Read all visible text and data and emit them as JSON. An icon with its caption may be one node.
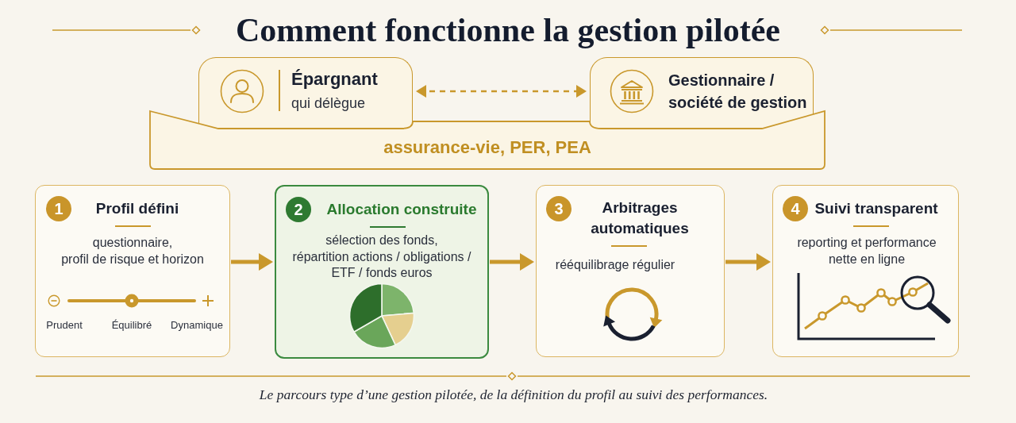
{
  "diagram": {
    "title": "Comment fonctionne la gestion pilotée",
    "caption": "Le parcours type d’une gestion pilotée, de la définition du profil au suivi des performances.",
    "nodes": [
      {
        "text": [
          "Épargnant",
          "qui délègue"
        ]
      },
      {
        "text": [
          "Gestionnaire / société de gestion"
        ]
      },
      {
        "text": [
          "assurance-vie, PER, PEA"
        ]
      },
      {
        "text": [
          "Profil défini",
          "questionnaire, profil de risque et horizon",
          "Prudent",
          "Équilibré",
          "Dynamique"
        ]
      },
      {
        "text": [
          "1"
        ],
        "in": 3
      },
      {
        "text": [
          "Allocation construite",
          "sélection des fonds, répartition actions / obligations / ETF / fonds euros"
        ]
      },
      {
        "text": [
          "2"
        ],
        "in": 5
      },
      {
        "text": [
          "Arbitrages automatiques",
          "rééquilibrage régulier"
        ]
      },
      {
        "text": [
          "3"
        ],
        "in": 7
      },
      {
        "text": [
          "Suivi transparent",
          "reporting et performance nette en ligne"
        ]
      },
      {
        "text": [
          "4"
        ],
        "in": 9
      }
    ],
    "edges": [
      {
        "from": 0,
        "to": 1,
        "arrow": "both",
        "style": "dashed"
      },
      {
        "from": 3,
        "to": 5,
        "arrow": "to"
      },
      {
        "from": 5,
        "to": 7,
        "arrow": "to"
      },
      {
        "from": 7,
        "to": 9,
        "arrow": "to"
      }
    ]
  }
}
